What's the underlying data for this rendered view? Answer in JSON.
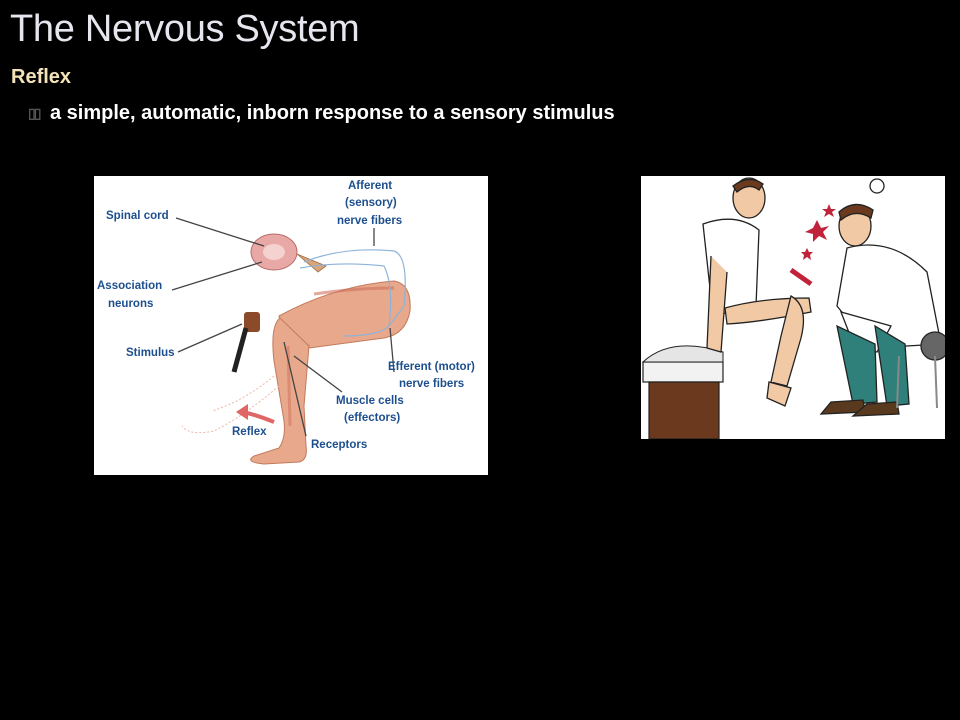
{
  "slide": {
    "title": "The Nervous System",
    "subtitle": "Reflex",
    "bullet": "a simple, automatic, inborn response to a sensory stimulus"
  },
  "diagram": {
    "labels": {
      "spinal_cord": "Spinal cord",
      "afferent_1": "Afferent",
      "afferent_2": "(sensory)",
      "afferent_3": "nerve fibers",
      "association_1": "Association",
      "association_2": "neurons",
      "stimulus": "Stimulus",
      "efferent_1": "Efferent (motor)",
      "efferent_2": "nerve fibers",
      "muscle_1": "Muscle cells",
      "muscle_2": "(effectors)",
      "reflex": "Reflex",
      "receptors": "Receptors"
    }
  },
  "colors": {
    "background": "#000000",
    "title": "#e6e6ee",
    "subtitle": "#f4e3b8",
    "label_blue": "#1d4f8e"
  }
}
